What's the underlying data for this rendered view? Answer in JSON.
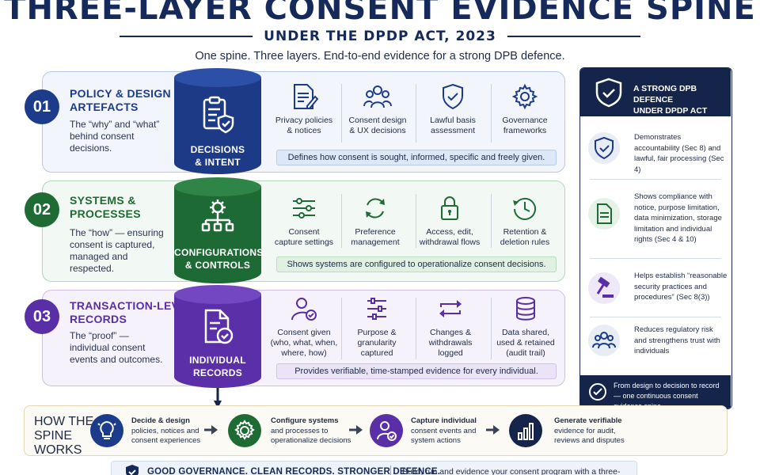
{
  "header": {
    "title": "THREE-LAYER CONSENT EVIDENCE SPINE",
    "subtitle": "UNDER THE DPDP ACT, 2023",
    "tagline": "One spine. Three layers. End-to-end evidence for a strong DPB defence."
  },
  "layers": [
    {
      "number": "01",
      "heading_1": "POLICY & DESIGN",
      "heading_2": "ARTEFACTS",
      "desc": "The “why” and “what” behind consent decisions.",
      "cylinder_1": "DECISIONS",
      "cylinder_2": "& INTENT",
      "cylinder_icon": "clipboard-shield-icon",
      "items": [
        {
          "l1": "Privacy policies",
          "l2": "& notices",
          "icon": "policy-document-icon"
        },
        {
          "l1": "Consent design",
          "l2": "& UX decisions",
          "icon": "people-group-icon"
        },
        {
          "l1": "Lawful basis",
          "l2": "assessment",
          "icon": "shield-check-icon"
        },
        {
          "l1": "Governance",
          "l2": "frameworks",
          "icon": "gear-icon"
        }
      ],
      "note": "Defines how consent is sought, informed, specific and freely given.",
      "accent": "#1c3b8a"
    },
    {
      "number": "02",
      "heading_1": "SYSTEMS &",
      "heading_2": "PROCESSES",
      "desc": "The “how” — ensuring consent is captured, managed and respected.",
      "cylinder_1": "CONFIGURATIONS",
      "cylinder_2": "& CONTROLS",
      "cylinder_icon": "gear-network-icon",
      "items": [
        {
          "l1": "Consent",
          "l2": "capture settings",
          "icon": "sliders-icon"
        },
        {
          "l1": "Preference",
          "l2": "management",
          "icon": "refresh-cycle-icon"
        },
        {
          "l1": "Access, edit,",
          "l2": "withdrawal flows",
          "icon": "padlock-icon"
        },
        {
          "l1": "Retention &",
          "l2": "deletion rules",
          "icon": "clock-history-icon"
        }
      ],
      "note": "Shows systems are configured to operationalize consent decisions.",
      "accent": "#1e6b34"
    },
    {
      "number": "03",
      "heading_1": "TRANSACTION-LEVEL",
      "heading_2": "RECORDS",
      "desc": "The “proof” — individual consent events and outcomes.",
      "cylinder_1": "INDIVIDUAL",
      "cylinder_2": "RECORDS",
      "cylinder_icon": "record-check-icon",
      "items": [
        {
          "l1": "Consent given",
          "l2": "(who, what, when,",
          "l3": "where, how)",
          "icon": "user-check-icon"
        },
        {
          "l1": "Purpose &",
          "l2": "granularity",
          "l3": "captured",
          "icon": "filter-sliders-icon"
        },
        {
          "l1": "Changes &",
          "l2": "withdrawals",
          "l3": "logged",
          "icon": "exchange-arrows-icon"
        },
        {
          "l1": "Data shared,",
          "l2": "used & retained",
          "l3": "(audit trail)",
          "icon": "database-icon"
        }
      ],
      "note": "Provides verifiable, time-stamped evidence for every individual.",
      "accent": "#5a2ea6"
    }
  ],
  "panel": {
    "title_1": "A STRONG DPB DEFENCE",
    "title_2": "UNDER DPDP ACT",
    "items": [
      {
        "text": "Demonstrates accountability (Sec 8) and lawful, fair processing (Sec 4)",
        "icon": "shield-check-icon"
      },
      {
        "text": "Shows compliance with notice, purpose limitation, data minimization, storage limitation and individual rights (Sec 4 & 10)",
        "icon": "document-icon"
      },
      {
        "text": "Helps establish “reasonable security practices and procedures” (Sec 8(3))",
        "icon": "gavel-icon"
      },
      {
        "text": "Reduces regulatory risk and strengthens trust with individuals",
        "icon": "people-group-icon"
      }
    ],
    "footer": "From design to decision to record — one continuous consent evidence spine."
  },
  "works": {
    "title_1": "HOW THE",
    "title_2": "SPINE",
    "title_3": "WORKS",
    "steps": [
      {
        "title": "Decide & design",
        "l1": "policies, notices and",
        "l2": "consent experiences",
        "icon": "lightbulb-icon"
      },
      {
        "title": "Configure systems",
        "l1": "and processes to",
        "l2": "operationalize decisions",
        "icon": "gear-icon"
      },
      {
        "title": "Capture individual",
        "l1": "consent events and",
        "l2": "system actions",
        "icon": "user-check-icon"
      },
      {
        "title": "Generate verifiable",
        "l1": "evidence for audit,",
        "l2": "reviews and disputes",
        "icon": "bar-chart-icon"
      }
    ]
  },
  "banner": {
    "headline": "GOOD GOVERNANCE. CLEAN RECORDS. STRONGER DEFENCE.",
    "text": "Build, run and evidence your consent program with a three-layer spine."
  }
}
